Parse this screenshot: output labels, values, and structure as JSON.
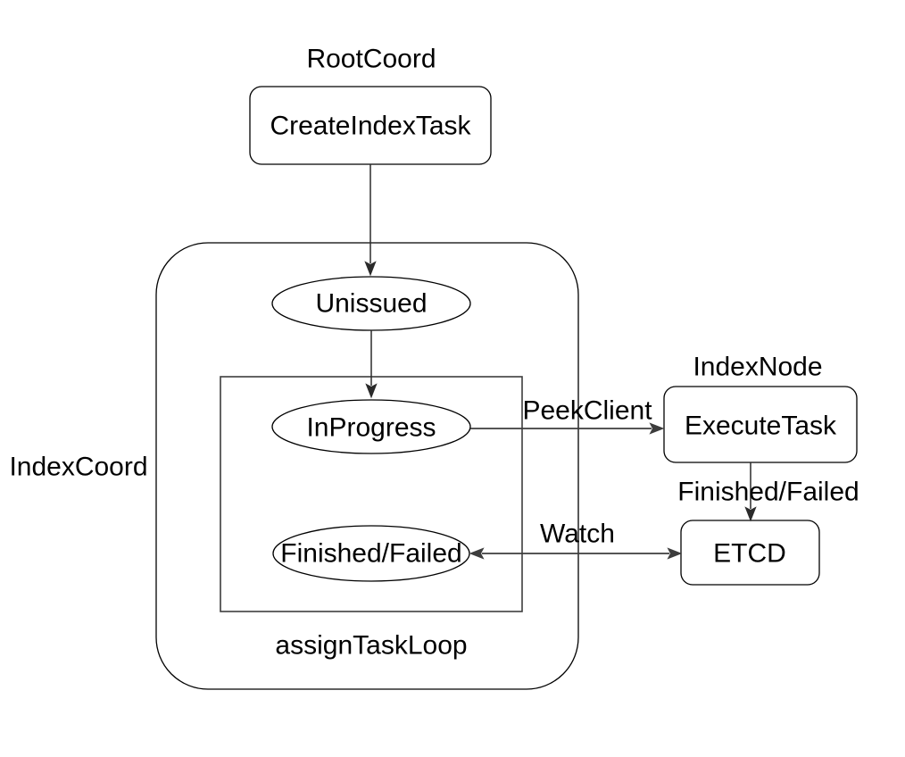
{
  "diagram": {
    "colors": {
      "background": "#ffffff",
      "stroke": "#000000",
      "text": "#000000"
    },
    "group_labels": {
      "root_coord": "RootCoord",
      "index_coord": "IndexCoord",
      "index_node": "IndexNode",
      "assign_task_loop": "assignTaskLoop"
    },
    "nodes": {
      "create_index_task": "CreateIndexTask",
      "unissued": "Unissued",
      "in_progress": "InProgress",
      "finished_failed": "Finished/Failed",
      "execute_task": "ExecuteTask",
      "etcd": "ETCD"
    },
    "edge_labels": {
      "peek_client": "PeekClient",
      "finished_failed": "Finished/Failed",
      "watch": "Watch"
    }
  }
}
